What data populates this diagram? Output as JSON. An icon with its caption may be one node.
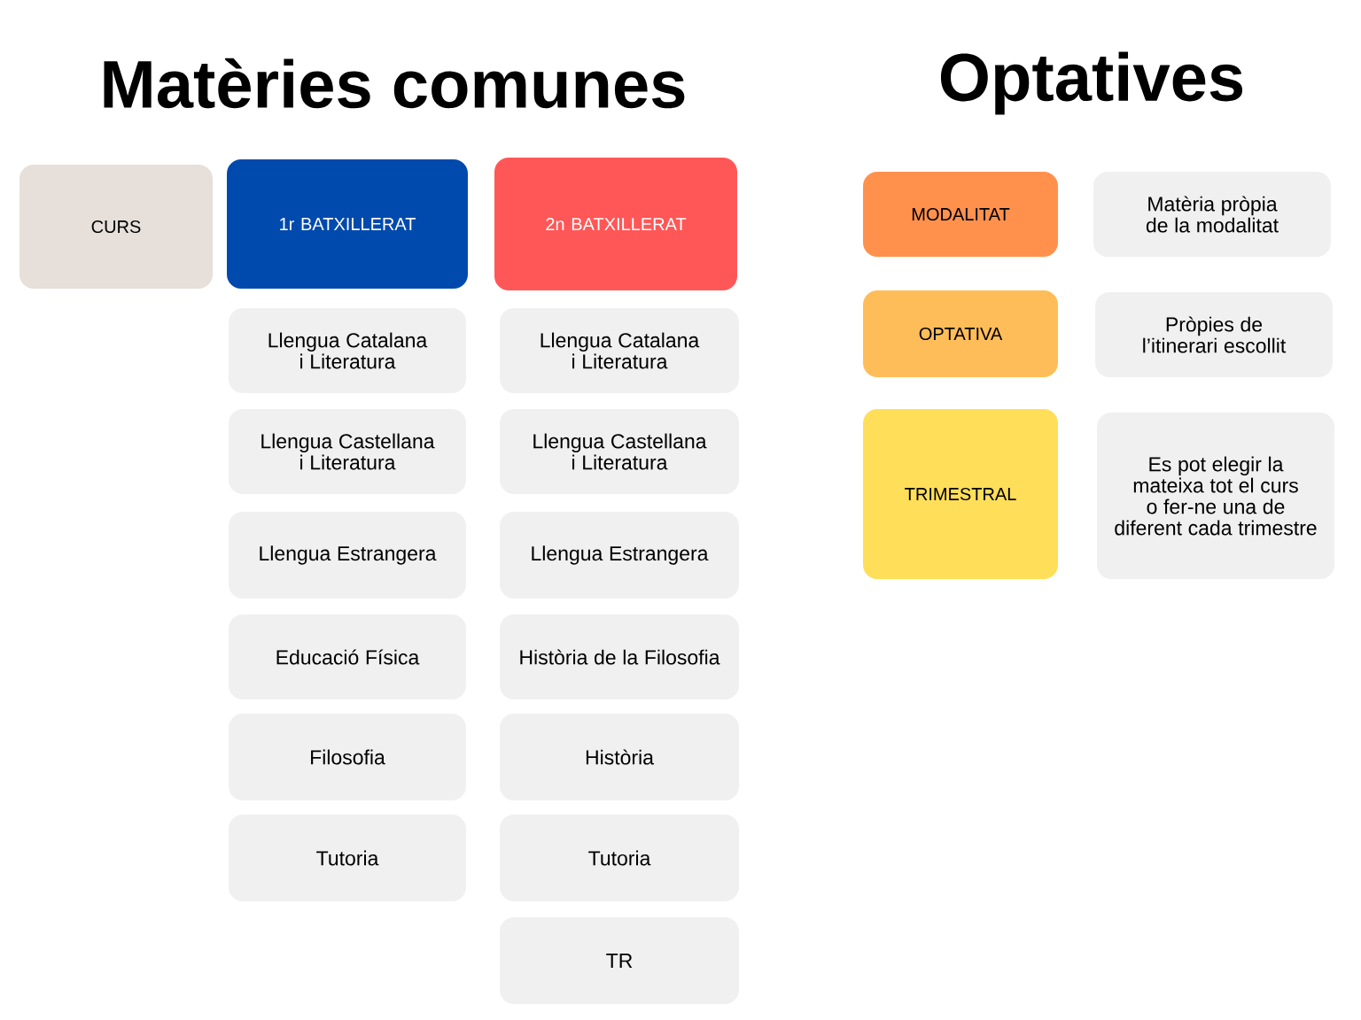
{
  "diagram": {
    "nodes": [
      {
        "text": [
          "CURS"
        ]
      },
      {
        "text": [
          "1r BATXILLERAT"
        ]
      },
      {
        "text": [
          "2n BATXILLERAT"
        ]
      },
      {
        "text": [
          "Llengua Catalana i Literatura"
        ]
      },
      {
        "text": [
          "Llengua Castellana i Literatura"
        ]
      },
      {
        "text": [
          "Llengua Estrangera"
        ]
      },
      {
        "text": [
          "Educació Física"
        ]
      },
      {
        "text": [
          "Filosofia"
        ]
      },
      {
        "text": [
          "Tutoria"
        ]
      },
      {
        "text": [
          "Llengua Catalana i Literatura"
        ]
      },
      {
        "text": [
          "Llengua Castellana i Literatura"
        ]
      },
      {
        "text": [
          "Llengua Estrangera"
        ]
      },
      {
        "text": [
          "Història de la Filosofia"
        ]
      },
      {
        "text": [
          "Història"
        ]
      },
      {
        "text": [
          "Tutoria"
        ]
      },
      {
        "text": [
          "TR"
        ]
      },
      {
        "text": [
          "MODALITAT"
        ]
      },
      {
        "text": [
          "Matèria pròpia de la modalitat"
        ]
      },
      {
        "text": [
          "OPTATIVA"
        ]
      },
      {
        "text": [
          "Pròpies de l’itinerari escollit"
        ]
      },
      {
        "text": [
          "TRIMESTRAL"
        ]
      },
      {
        "text": [
          "Es pot elegir la mateixa tot el curs o fer-ne una de diferent cada trimestre"
        ]
      }
    ],
    "labels": [
      "Matèries comunes",
      "Optatives"
    ]
  }
}
